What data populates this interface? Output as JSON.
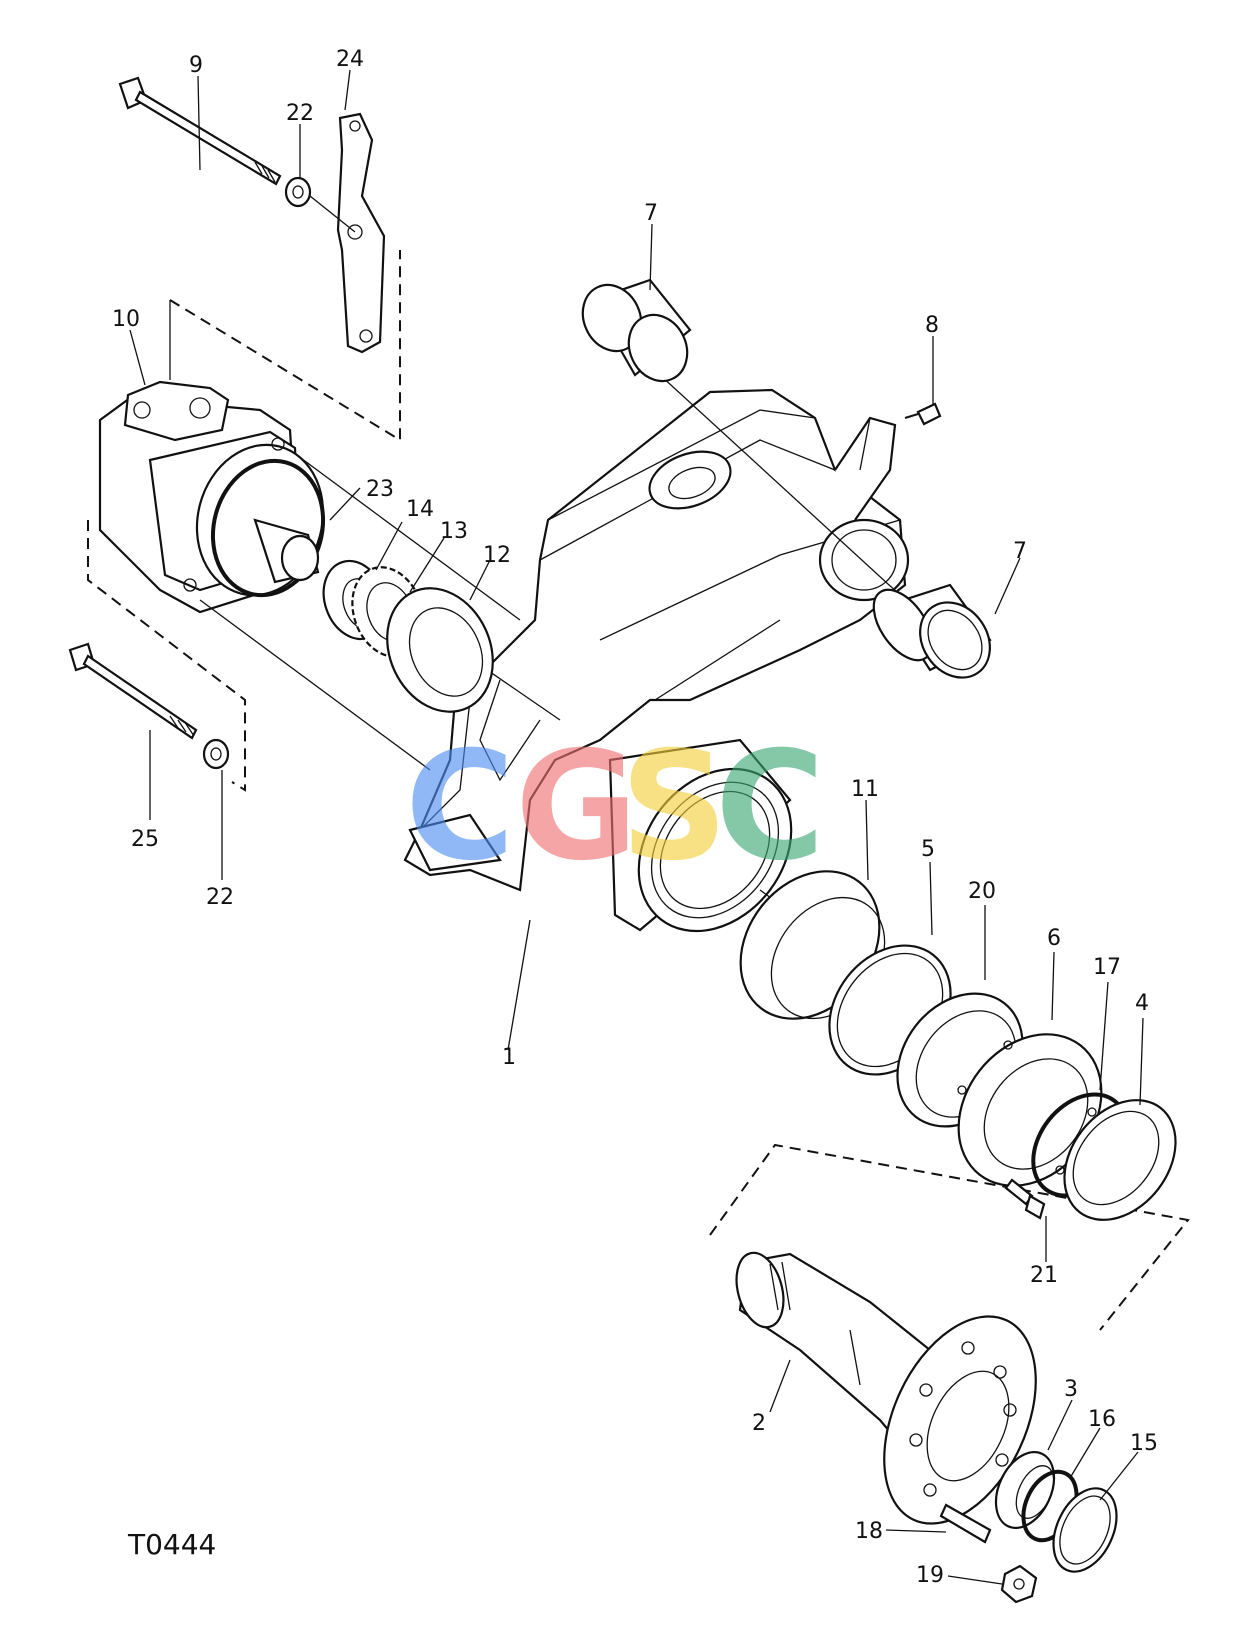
{
  "drawing_code": "T0444",
  "watermark": {
    "letters": [
      "C",
      "G",
      "S",
      "C"
    ],
    "colors": [
      "#4f8ef2",
      "#ef6f6f",
      "#f5cf3a",
      "#3aa872"
    ]
  },
  "callouts": [
    "9",
    "24",
    "22",
    "7",
    "8",
    "10",
    "23",
    "14",
    "13",
    "12",
    "7",
    "11",
    "5",
    "20",
    "6",
    "17",
    "4",
    "25",
    "22",
    "1",
    "21",
    "2",
    "3",
    "16",
    "15",
    "18",
    "19"
  ]
}
